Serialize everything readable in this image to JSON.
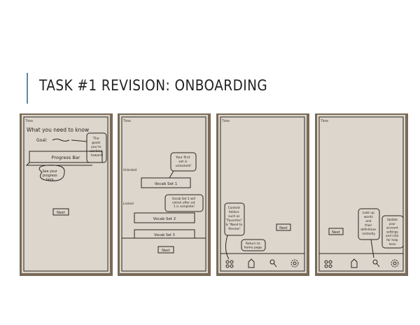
{
  "slide": {
    "title": "TASK #1 REVISION: ONBOARDING"
  },
  "sketch1": {
    "status_time": "Time",
    "heading": "What you need to know",
    "goal_label": "Goal:",
    "callout_goal": [
      "The",
      "goals",
      "you're",
      "working",
      "toward"
    ],
    "progress_bar": "Progress Bar",
    "callout_progress": [
      "See your",
      "progress",
      "here."
    ],
    "next_button": "Next"
  },
  "sketch2": {
    "status_time": "Time",
    "callout_first": [
      "Your first",
      "set is",
      "unlocked!"
    ],
    "unlocked_label": "Unlocked",
    "vocab_set_1": "Vocab Set 1",
    "locked_label": "Locked",
    "callout_locked": [
      "Vocab Set 2 will",
      "unlock after set",
      "1 is complete!"
    ],
    "vocab_set_2": "Vocab Set 2",
    "vocab_set_3": "Vocab Set 3",
    "next_button": "Next"
  },
  "sketch3": {
    "status_time": "Time",
    "callout_content": [
      "Content",
      "folders",
      "such as",
      "\"Favorites\"",
      "& \"Need to",
      "Review\""
    ],
    "callout_home": [
      "Return to",
      "home page."
    ],
    "next_button": "Next",
    "icons": [
      "folders-icon",
      "home-icon",
      "search-icon",
      "settings-icon"
    ]
  },
  "sketch4": {
    "status_time": "Time",
    "next_button": "Next",
    "callout_lookup": [
      "Look up",
      "words",
      "and",
      "their",
      "definitions",
      "instantly."
    ],
    "callout_update": [
      "Update",
      "your",
      "account",
      "settings",
      "and click",
      "for help",
      "here."
    ],
    "icons": [
      "folders-icon",
      "home-icon",
      "search-icon",
      "settings-icon"
    ]
  },
  "colors": {
    "accent": "#4a90b8",
    "paper": "#dcd6cc",
    "ink": "#2a2520",
    "background": "#7a6a58"
  }
}
